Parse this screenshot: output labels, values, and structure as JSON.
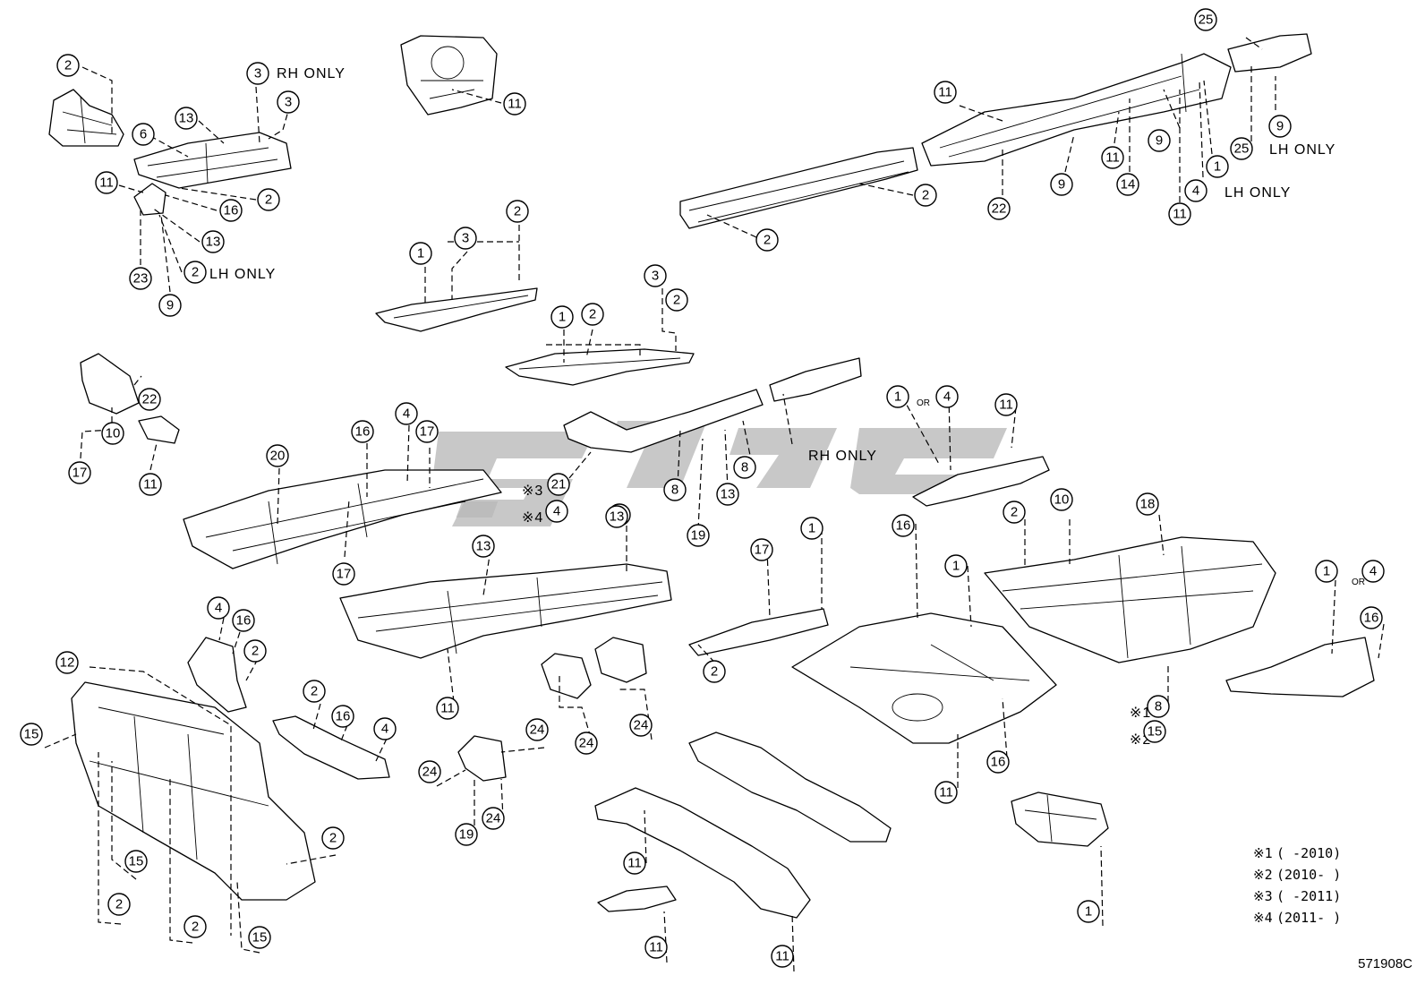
{
  "diagram": {
    "catalog_code": "571908C",
    "notes": {
      "rh_only": "RH ONLY",
      "lh_only": "LH ONLY",
      "or": "OR"
    },
    "legend": [
      {
        "mark": "※1",
        "text": "(       -2010)"
      },
      {
        "mark": "※2",
        "text": "(2010-       )"
      },
      {
        "mark": "※3",
        "text": "(       -2011)"
      },
      {
        "mark": "※4",
        "text": "(2011-       )"
      }
    ],
    "callouts": [
      {
        "n": "2"
      },
      {
        "n": "3"
      },
      {
        "n": "3"
      },
      {
        "n": "13"
      },
      {
        "n": "6"
      },
      {
        "n": "11"
      },
      {
        "n": "2"
      },
      {
        "n": "16"
      },
      {
        "n": "13"
      },
      {
        "n": "23"
      },
      {
        "n": "2"
      },
      {
        "n": "9"
      },
      {
        "n": "11"
      },
      {
        "n": "1"
      },
      {
        "n": "3"
      },
      {
        "n": "2"
      },
      {
        "n": "1"
      },
      {
        "n": "2"
      },
      {
        "n": "3"
      },
      {
        "n": "2"
      },
      {
        "n": "11"
      },
      {
        "n": "2"
      },
      {
        "n": "2"
      },
      {
        "n": "22"
      },
      {
        "n": "9"
      },
      {
        "n": "11"
      },
      {
        "n": "14"
      },
      {
        "n": "9"
      },
      {
        "n": "1"
      },
      {
        "n": "4"
      },
      {
        "n": "11"
      },
      {
        "n": "25"
      },
      {
        "n": "9"
      },
      {
        "n": "25"
      },
      {
        "n": "22"
      },
      {
        "n": "10"
      },
      {
        "n": "17"
      },
      {
        "n": "11"
      },
      {
        "n": "20"
      },
      {
        "n": "16"
      },
      {
        "n": "4"
      },
      {
        "n": "17"
      },
      {
        "n": "17"
      },
      {
        "n": "21"
      },
      {
        "n": "4"
      },
      {
        "n": "8"
      },
      {
        "n": "8"
      },
      {
        "n": "13"
      },
      {
        "n": "19"
      },
      {
        "n": "13"
      },
      {
        "n": "1"
      },
      {
        "n": "4"
      },
      {
        "n": "11"
      },
      {
        "n": "13"
      },
      {
        "n": "13"
      },
      {
        "n": "11"
      },
      {
        "n": "17"
      },
      {
        "n": "1"
      },
      {
        "n": "2"
      },
      {
        "n": "16"
      },
      {
        "n": "1"
      },
      {
        "n": "16"
      },
      {
        "n": "11"
      },
      {
        "n": "2"
      },
      {
        "n": "10"
      },
      {
        "n": "18"
      },
      {
        "n": "8"
      },
      {
        "n": "15"
      },
      {
        "n": "1"
      },
      {
        "n": "4"
      },
      {
        "n": "16"
      },
      {
        "n": "4"
      },
      {
        "n": "16"
      },
      {
        "n": "2"
      },
      {
        "n": "2"
      },
      {
        "n": "16"
      },
      {
        "n": "4"
      },
      {
        "n": "12"
      },
      {
        "n": "15"
      },
      {
        "n": "15"
      },
      {
        "n": "2"
      },
      {
        "n": "2"
      },
      {
        "n": "2"
      },
      {
        "n": "15"
      },
      {
        "n": "24"
      },
      {
        "n": "24"
      },
      {
        "n": "24"
      },
      {
        "n": "24"
      },
      {
        "n": "19"
      },
      {
        "n": "24"
      },
      {
        "n": "11"
      },
      {
        "n": "11"
      },
      {
        "n": "11"
      },
      {
        "n": "1"
      }
    ]
  }
}
